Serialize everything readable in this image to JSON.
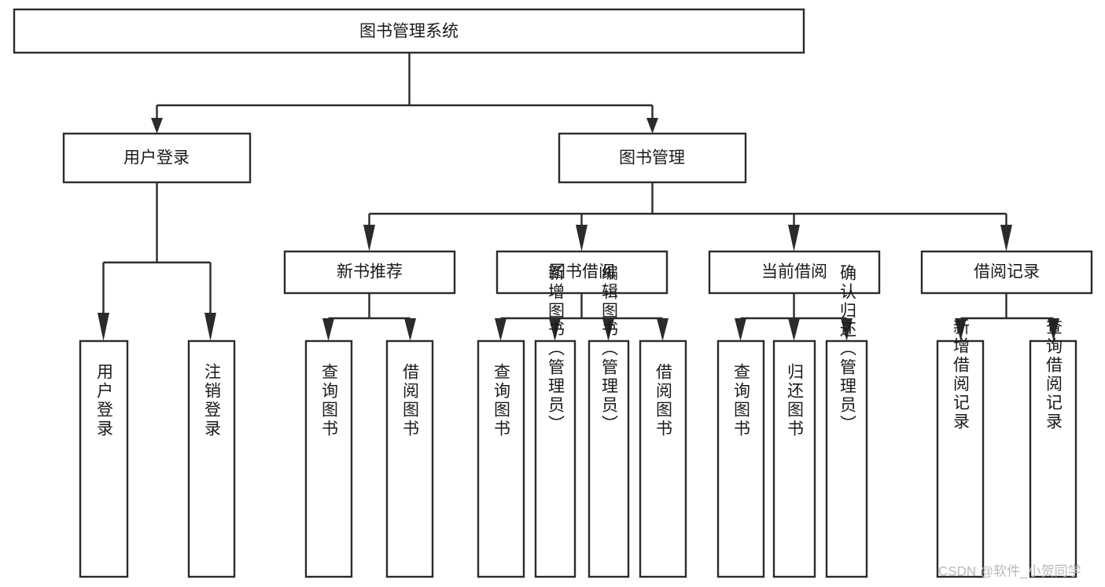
{
  "diagram": {
    "type": "tree-hierarchy",
    "title": "图书管理系统",
    "root": {
      "id": "root",
      "label": "图书管理系统",
      "orientation": "horizontal"
    },
    "level2": [
      {
        "id": "user-login",
        "label": "用户登录",
        "orientation": "horizontal"
      },
      {
        "id": "book-manage",
        "label": "图书管理",
        "orientation": "horizontal"
      }
    ],
    "level3": [
      {
        "id": "new-book-recommend",
        "label": "新书推荐",
        "parent": "book-manage",
        "orientation": "horizontal"
      },
      {
        "id": "book-borrow",
        "label": "图书借阅",
        "parent": "book-manage",
        "orientation": "horizontal"
      },
      {
        "id": "current-borrow",
        "label": "当前借阅",
        "parent": "book-manage",
        "orientation": "horizontal"
      },
      {
        "id": "borrow-record",
        "label": "借阅记录",
        "parent": "book-manage",
        "orientation": "horizontal"
      }
    ],
    "leaves": [
      {
        "id": "leaf-user-login",
        "label": "用户登录",
        "parent": "user-login",
        "orientation": "vertical"
      },
      {
        "id": "leaf-user-logout",
        "label": "注销登录",
        "parent": "user-login",
        "orientation": "vertical"
      },
      {
        "id": "leaf-query-book-1",
        "label": "查询图书",
        "parent": "new-book-recommend",
        "orientation": "vertical"
      },
      {
        "id": "leaf-borrow-book-1",
        "label": "借阅图书",
        "parent": "new-book-recommend",
        "orientation": "vertical"
      },
      {
        "id": "leaf-query-book-2",
        "label": "查询图书",
        "parent": "book-borrow",
        "orientation": "vertical"
      },
      {
        "id": "leaf-add-book",
        "label": "新增图书（管理员）",
        "parent": "book-borrow",
        "orientation": "vertical"
      },
      {
        "id": "leaf-edit-book",
        "label": "编辑图书（管理员）",
        "parent": "book-borrow",
        "orientation": "vertical"
      },
      {
        "id": "leaf-borrow-book-2",
        "label": "借阅图书",
        "parent": "book-borrow",
        "orientation": "vertical"
      },
      {
        "id": "leaf-query-book-3",
        "label": "查询图书",
        "parent": "current-borrow",
        "orientation": "vertical"
      },
      {
        "id": "leaf-return-book",
        "label": "归还图书",
        "parent": "current-borrow",
        "orientation": "vertical"
      },
      {
        "id": "leaf-confirm-return",
        "label": "确认归还（管理员）",
        "parent": "current-borrow",
        "orientation": "vertical"
      },
      {
        "id": "leaf-add-record",
        "label": "新增借阅记录",
        "parent": "borrow-record",
        "orientation": "vertical"
      },
      {
        "id": "leaf-query-record",
        "label": "查询借阅记录",
        "parent": "borrow-record",
        "orientation": "vertical"
      }
    ],
    "colors": {
      "stroke": "#2b2b2b",
      "fill": "#ffffff",
      "text": "#1a1a1a",
      "watermark": "#b9b9b9",
      "background": "#ffffff"
    }
  },
  "watermark": {
    "text": "CSDN @软件_小贺同学"
  }
}
